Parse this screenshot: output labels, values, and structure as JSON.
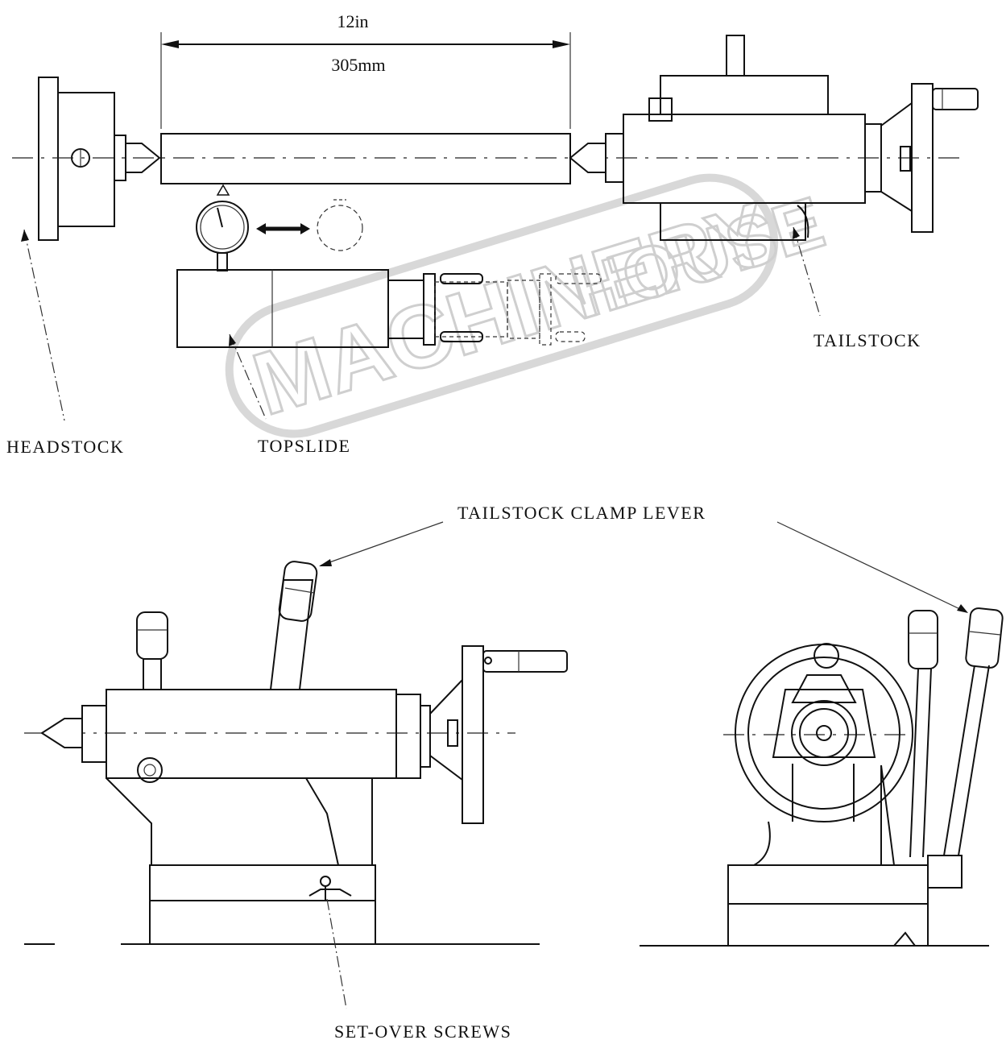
{
  "dimension": {
    "imperial": "12in",
    "metric": "305mm"
  },
  "labels": {
    "headstock": "HEADSTOCK",
    "topslide": "TOPSLIDE",
    "tailstock": "TAILSTOCK",
    "tailstock_clamp_lever": "TAILSTOCK CLAMP LEVER",
    "set_over_screws": "SET-OVER SCREWS"
  },
  "watermark": {
    "part1": "MACHINERY",
    "part2": "HOUSE"
  },
  "colors": {
    "line": "#111111",
    "watermark": "#cfcfcf",
    "background": "#ffffff"
  }
}
